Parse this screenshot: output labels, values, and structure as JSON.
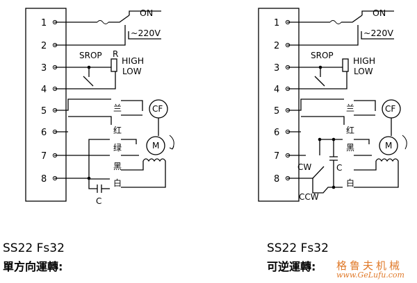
{
  "terminals": [
    "1",
    "2",
    "3",
    "4",
    "5",
    "6",
    "7",
    "8"
  ],
  "labels": {
    "on": "ON",
    "voltage": "~220V",
    "srop": "SROP",
    "r": "R",
    "high": "HIGH",
    "low": "LOW",
    "cf": "CF",
    "m": "M",
    "c": "C",
    "cw": "CW",
    "ccw": "CCW"
  },
  "wire_colors": {
    "blue": "兰",
    "red": "红",
    "green": "绿",
    "black": "黑",
    "white": "白"
  },
  "left": {
    "model": "SS22 Fs32",
    "mode": "單方向運轉:"
  },
  "right": {
    "model": "SS22 Fs32",
    "mode": "可逆運轉:"
  },
  "watermark": {
    "name": "格鲁夫机械",
    "url": "www.GeLufu.com",
    "color": "#e07a2a"
  }
}
